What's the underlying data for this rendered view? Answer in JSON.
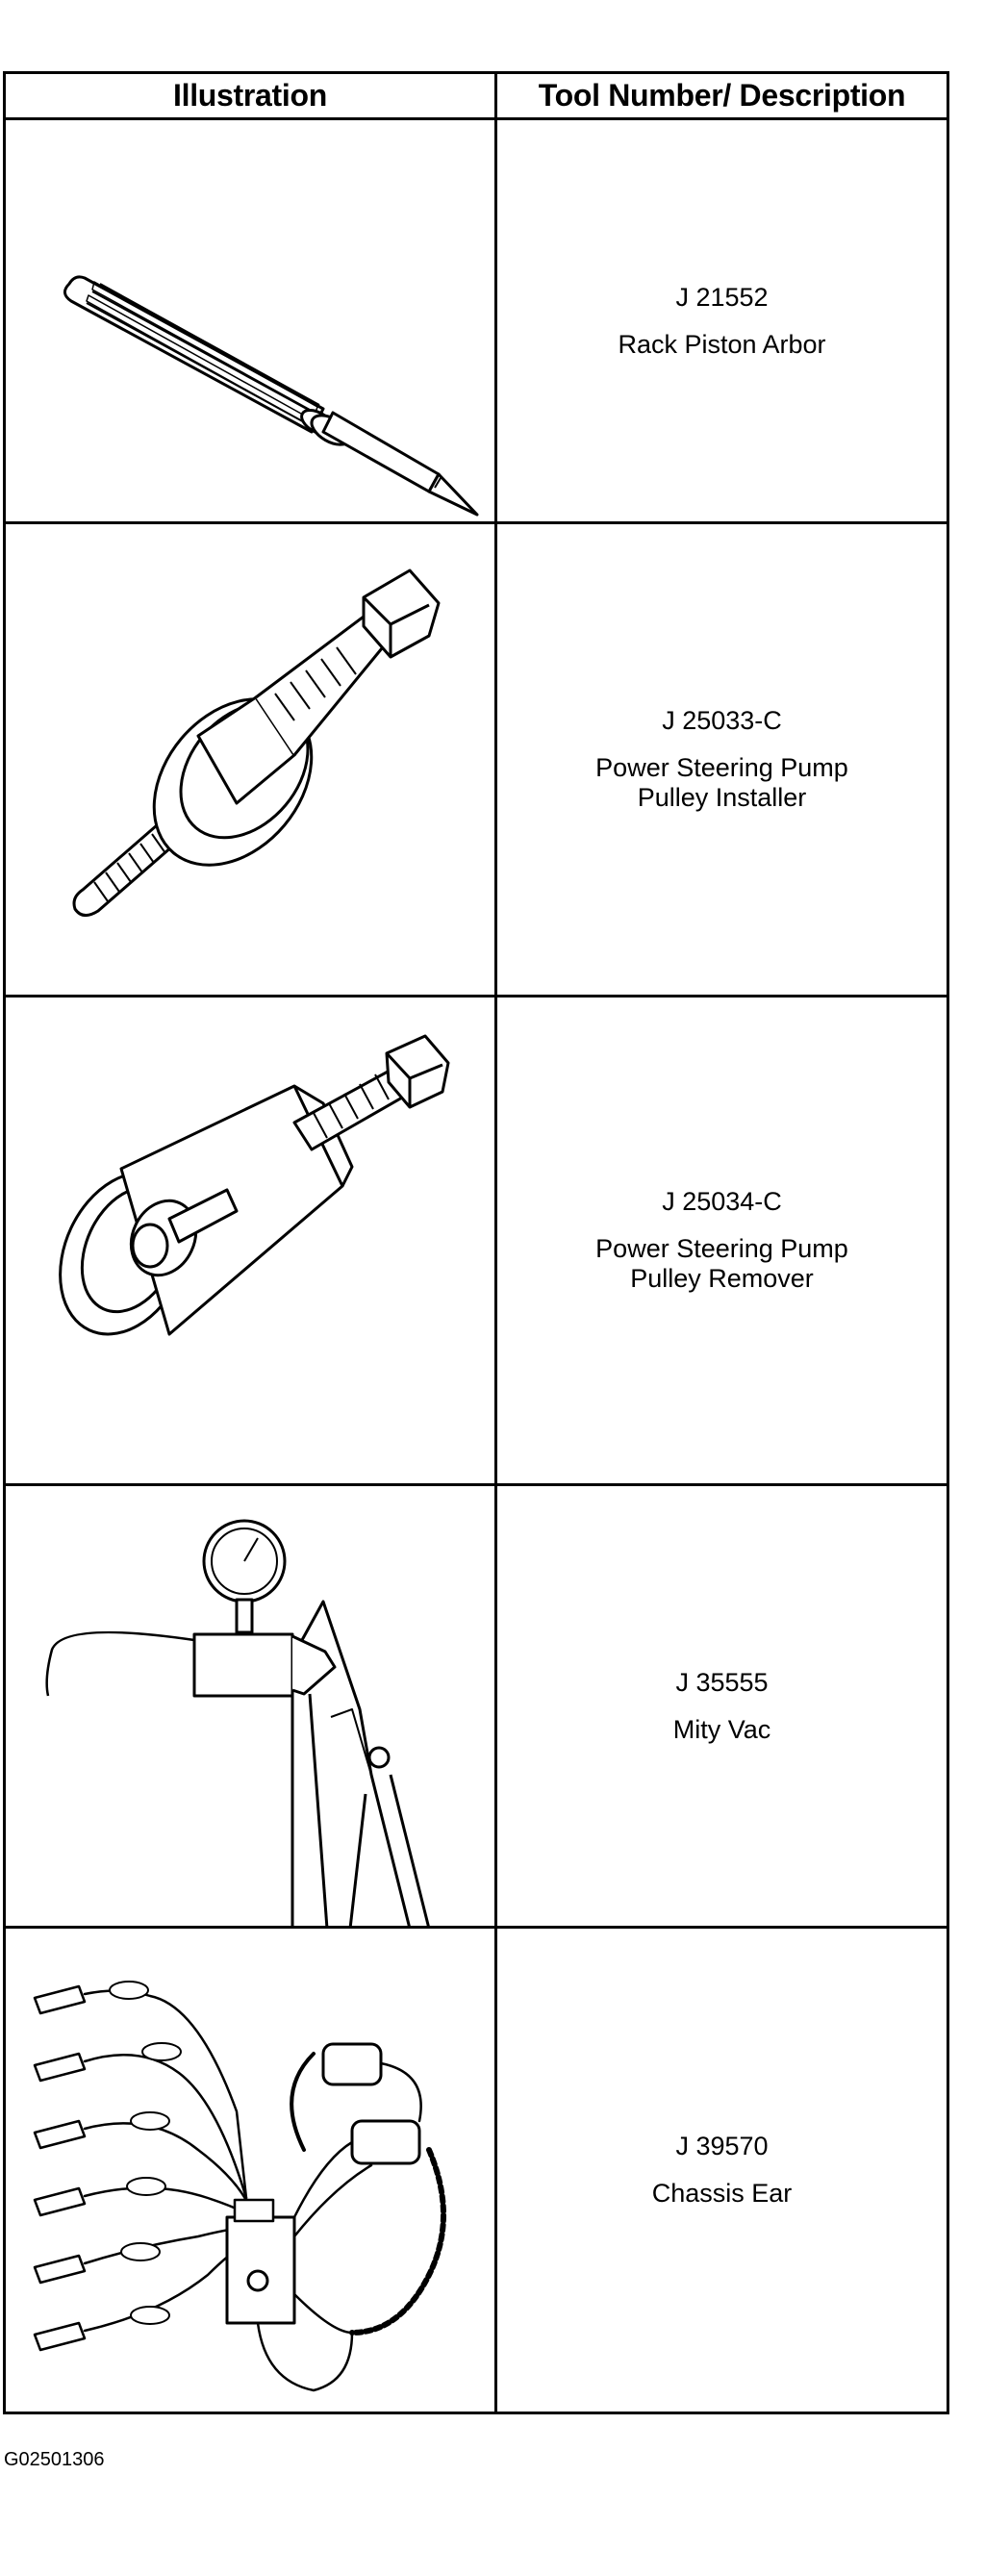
{
  "table": {
    "headers": {
      "illustration": "Illustration",
      "tool": "Tool Number/ Description"
    },
    "rows": [
      {
        "icon": "rack-piston-arbor-icon",
        "number": "J 21552",
        "description": [
          "Rack Piston Arbor"
        ]
      },
      {
        "icon": "pulley-installer-icon",
        "number": "J 25033-C",
        "description": [
          "Power Steering Pump",
          "Pulley Installer"
        ]
      },
      {
        "icon": "pulley-remover-icon",
        "number": "J 25034-C",
        "description": [
          "Power Steering Pump",
          "Pulley Remover"
        ]
      },
      {
        "icon": "vacuum-pump-icon",
        "number": "J 35555",
        "description": [
          "Mity Vac"
        ]
      },
      {
        "icon": "chassis-ear-icon",
        "number": "J 39570",
        "description": [
          "Chassis Ear"
        ]
      }
    ]
  },
  "footer": {
    "code": "G02501306"
  }
}
